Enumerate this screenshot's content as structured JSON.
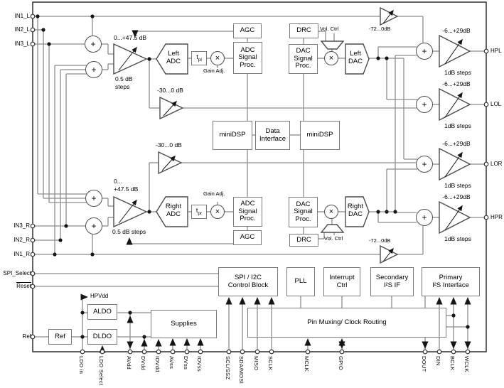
{
  "colors": {
    "wire": "#8c8c8c",
    "box_border": "#7a7a7a",
    "shape": "#4d4d4d",
    "outer": "#3c3c3c",
    "text": "#000000"
  },
  "symbols": {
    "plus": "+",
    "times": "×"
  },
  "pins_left": [
    {
      "label": "IN1_L"
    },
    {
      "label": "IN2_L"
    },
    {
      "label": "IN3_L"
    },
    {
      "label": "IN3_R"
    },
    {
      "label": "IN2_R"
    },
    {
      "label": "IN1_R"
    },
    {
      "label": "SPI_Select"
    },
    {
      "label": "Reset"
    },
    {
      "label": "Ref"
    }
  ],
  "pins_right": [
    {
      "label": "HPL"
    },
    {
      "label": "LOL"
    },
    {
      "label": "LOR"
    },
    {
      "label": "HPR"
    }
  ],
  "pins_bottom": [
    {
      "label": "LDO in"
    },
    {
      "label": "LDO Select"
    },
    {
      "label": "AVdd"
    },
    {
      "label": "DVdd"
    },
    {
      "label": "IOVdd"
    },
    {
      "label": "AVss"
    },
    {
      "label": "DVss"
    },
    {
      "label": "IOVss"
    },
    {
      "label": "SCL/SSZ"
    },
    {
      "label": "SDA/MOSI"
    },
    {
      "label": "MISO"
    },
    {
      "label": "SCLK"
    },
    {
      "label": "MCLK"
    },
    {
      "label": "GPIO"
    },
    {
      "label": "DOUT"
    },
    {
      "label": "DIN"
    },
    {
      "label": "BCLK"
    },
    {
      "label": "WCLK"
    }
  ],
  "blocks": {
    "agc_left": "AGC",
    "drc_left": "DRC",
    "adc_sp_left": "ADC\nSignal\nProc.",
    "dac_sp_left": "DAC\nSignal\nProc.",
    "left_adc": "Left\nADC",
    "left_dac": "Left\nDAC",
    "right_adc": "Right\nADC",
    "right_dac": "Right\nDAC",
    "minidsp_left": "miniDSP",
    "data_interface": "Data\nInterface",
    "minidsp_right": "miniDSP",
    "adc_sp_right": "ADC\nSignal\nProc.",
    "dac_sp_right": "DAC\nSignal\nProc.",
    "agc_right": "AGC",
    "drc_right": "DRC",
    "spi_i2c": "SPI / I2C\nControl Block",
    "pll": "PLL",
    "interrupt_ctrl": "Interrupt\nCtrl",
    "secondary_i2s": "Secondary\nI²S IF",
    "primary_i2s": "Primary\nI²S Interface",
    "pin_muxing": "Pin Muxing/ Clock Routing",
    "supplies": "Supplies",
    "aldo": "ALDO",
    "dldo": "DLDO",
    "ref": "Ref"
  },
  "delay": {
    "t": "t",
    "left_sub": "pl",
    "right_sub": "pr"
  },
  "annotations": {
    "in_gain_left": "0...+47.5 dB",
    "in_steps_left": "0.5 dB\nsteps",
    "in_gain_right": "0...\n+47.5 dB",
    "in_steps_right": "0.5 dB steps",
    "bypass_left": "-30...0 dB",
    "bypass_right": "-30...0 dB",
    "hp_bypass_top": "-72...0dB",
    "hp_bypass_bottom": "-72...0dB",
    "out_gain": "-6...+29dB",
    "out_steps": "1dB steps",
    "gain_adj_left": "Gain Adj.",
    "gain_adj_right": "Gain Adj.",
    "vol_ctrl_left": "Vol. Ctrl",
    "vol_ctrl_right": "Vol. Ctrl",
    "hpvdd": "HPVdd"
  }
}
